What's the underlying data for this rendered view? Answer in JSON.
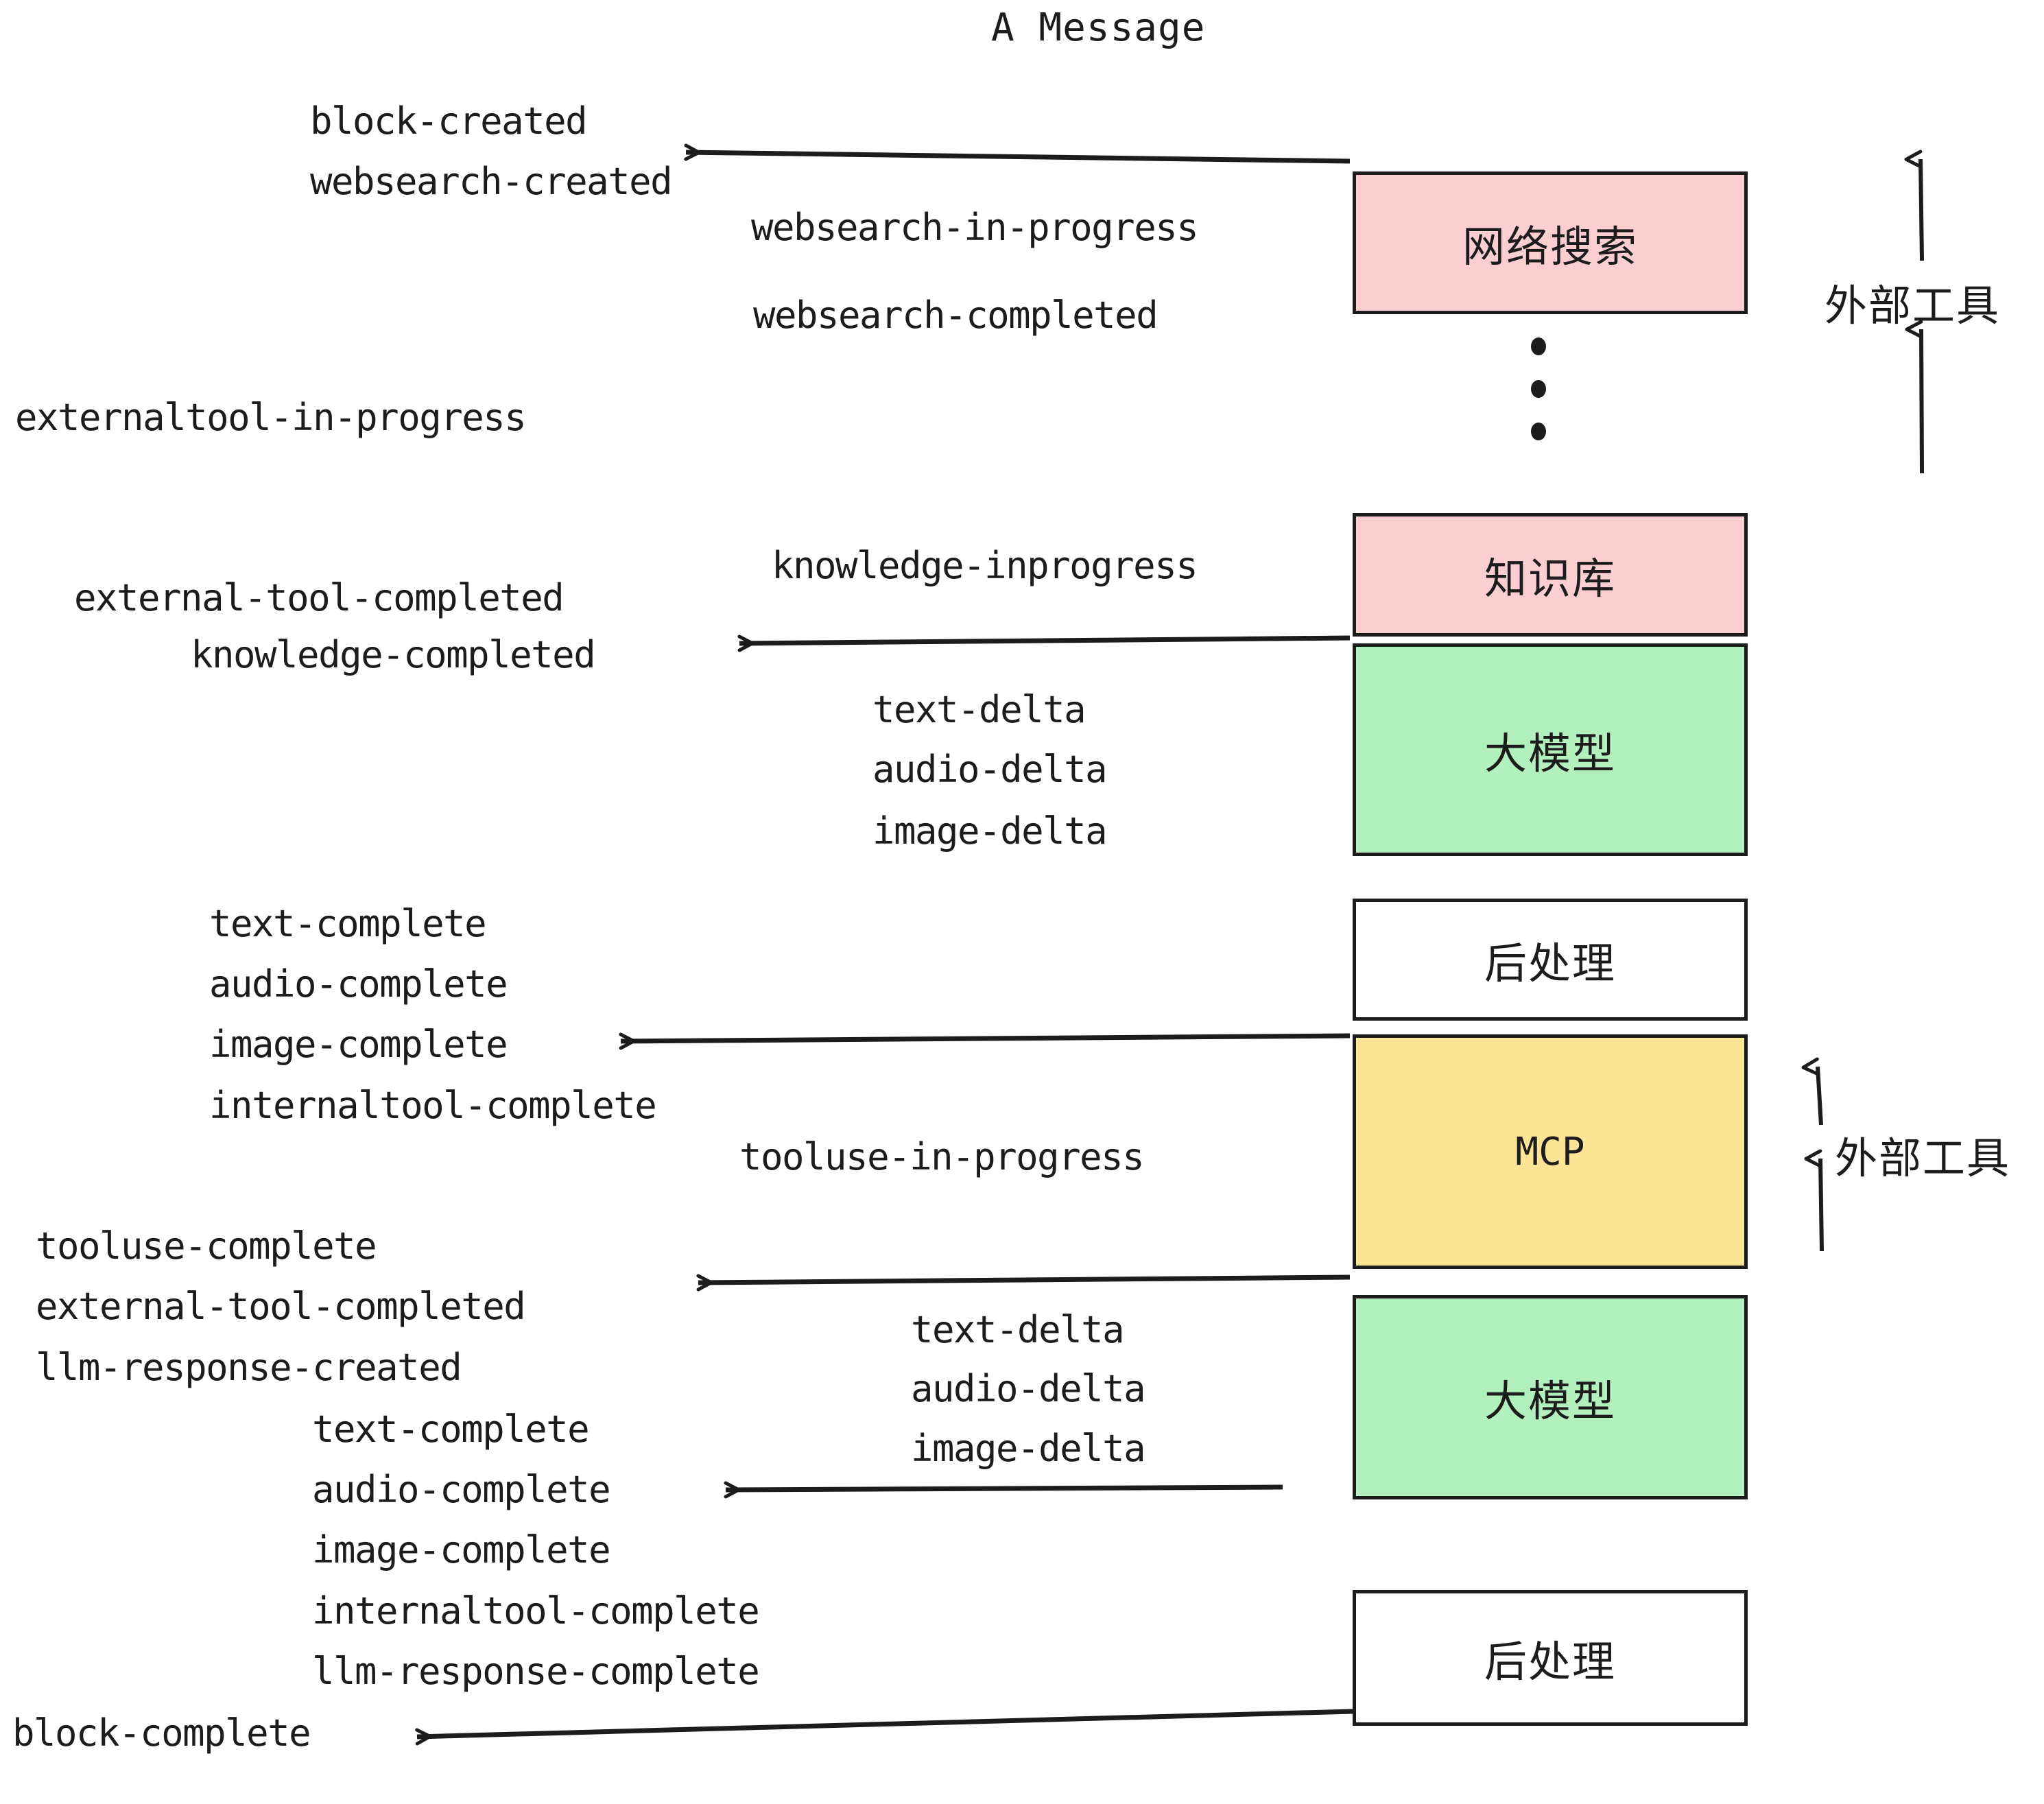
{
  "title": "A Message",
  "colors": {
    "stroke": "#1c1c1c",
    "pink": "#fbcfcf",
    "green": "#b2f0bd",
    "amber": "#fbe493",
    "plain": "#ffffff",
    "background": "#ffffff"
  },
  "boxes": [
    {
      "id": "websearch",
      "label": "网络搜索",
      "fill": "pink",
      "script": "cjk"
    },
    {
      "id": "knowledge",
      "label": "知识库",
      "fill": "pink",
      "script": "cjk"
    },
    {
      "id": "llm-upper",
      "label": "大模型",
      "fill": "green",
      "script": "cjk"
    },
    {
      "id": "postprocess-upper",
      "label": "后处理",
      "fill": "plain",
      "script": "cjk"
    },
    {
      "id": "mcp",
      "label": "MCP",
      "fill": "amber",
      "script": "latin"
    },
    {
      "id": "llm-lower",
      "label": "大模型",
      "fill": "green",
      "script": "cjk"
    },
    {
      "id": "postprocess-lower",
      "label": "后处理",
      "fill": "plain",
      "script": "cjk"
    }
  ],
  "side_labels": [
    {
      "id": "external-tools-upper",
      "label": "外部工具"
    },
    {
      "id": "external-tools-lower",
      "label": "外部工具"
    }
  ],
  "events": [
    {
      "id": "block-created",
      "text": "block-created"
    },
    {
      "id": "websearch-created",
      "text": "websearch-created"
    },
    {
      "id": "websearch-in-progress",
      "text": "websearch-in-progress"
    },
    {
      "id": "websearch-completed",
      "text": "websearch-completed"
    },
    {
      "id": "externaltool-in-progress",
      "text": "externaltool-in-progress"
    },
    {
      "id": "knowledge-inprogress",
      "text": "knowledge-inprogress"
    },
    {
      "id": "external-tool-completed-1",
      "text": "external-tool-completed"
    },
    {
      "id": "knowledge-completed",
      "text": "knowledge-completed"
    },
    {
      "id": "text-delta-1",
      "text": "text-delta"
    },
    {
      "id": "audio-delta-1",
      "text": "audio-delta"
    },
    {
      "id": "image-delta-1",
      "text": "image-delta"
    },
    {
      "id": "text-complete-1",
      "text": "text-complete"
    },
    {
      "id": "audio-complete-1",
      "text": "audio-complete"
    },
    {
      "id": "image-complete-1",
      "text": "image-complete"
    },
    {
      "id": "internaltool-complete-1",
      "text": "internaltool-complete"
    },
    {
      "id": "tooluse-in-progress",
      "text": "tooluse-in-progress"
    },
    {
      "id": "tooluse-complete",
      "text": "tooluse-complete"
    },
    {
      "id": "external-tool-completed-2",
      "text": "external-tool-completed"
    },
    {
      "id": "llm-response-created",
      "text": "llm-response-created"
    },
    {
      "id": "text-delta-2",
      "text": "text-delta"
    },
    {
      "id": "audio-delta-2",
      "text": "audio-delta"
    },
    {
      "id": "image-delta-2",
      "text": "image-delta"
    },
    {
      "id": "text-complete-2",
      "text": "text-complete"
    },
    {
      "id": "audio-complete-2",
      "text": "audio-complete"
    },
    {
      "id": "image-complete-2",
      "text": "image-complete"
    },
    {
      "id": "internaltool-complete-2",
      "text": "internaltool-complete"
    },
    {
      "id": "llm-response-complete",
      "text": "llm-response-complete"
    },
    {
      "id": "block-complete",
      "text": "block-complete"
    }
  ],
  "ellipsis": "•••"
}
